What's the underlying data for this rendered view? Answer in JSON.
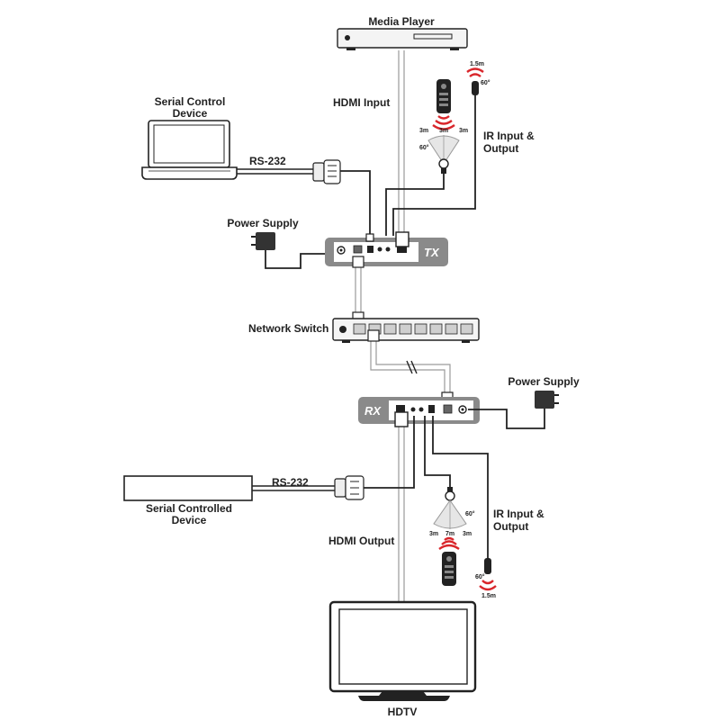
{
  "devices": {
    "media_player": "Media Player",
    "serial_control": "Serial Control",
    "serial_control_2": "Device",
    "power_supply_tx": "Power Supply",
    "tx_unit": "TX",
    "network_switch": "Network Switch",
    "rx_unit": "RX",
    "power_supply_rx": "Power Supply",
    "serial_controlled": "Serial Controlled",
    "serial_controlled_2": "Device",
    "hdtv": "HDTV"
  },
  "connections": {
    "hdmi_input": "HDMI Input",
    "hdmi_output": "HDMI Output",
    "rs232_tx": "RS-232",
    "rs232_rx": "RS-232",
    "ir_tx_line1": "IR Input &",
    "ir_tx_line2": "Output",
    "ir_rx_line1": "IR Input &",
    "ir_rx_line2": "Output"
  },
  "ir": {
    "tx_emitter_dist": "1.5m",
    "tx_emitter_angle": "60°",
    "tx_receiver_left": "3m",
    "tx_receiver_mid": "3m",
    "tx_receiver_right": "3m",
    "tx_receiver_angle": "60°",
    "rx_receiver_left": "3m",
    "rx_receiver_mid": "7m",
    "rx_receiver_right": "3m",
    "rx_receiver_angle": "60°",
    "rx_emitter_dist": "1.5m",
    "rx_emitter_angle": "60°"
  },
  "colors": {
    "unit_body": "#8a8a8a",
    "cable": "#222222",
    "hdmi_cable": "#c8c8c8",
    "ir_signal": "#d9262b"
  }
}
